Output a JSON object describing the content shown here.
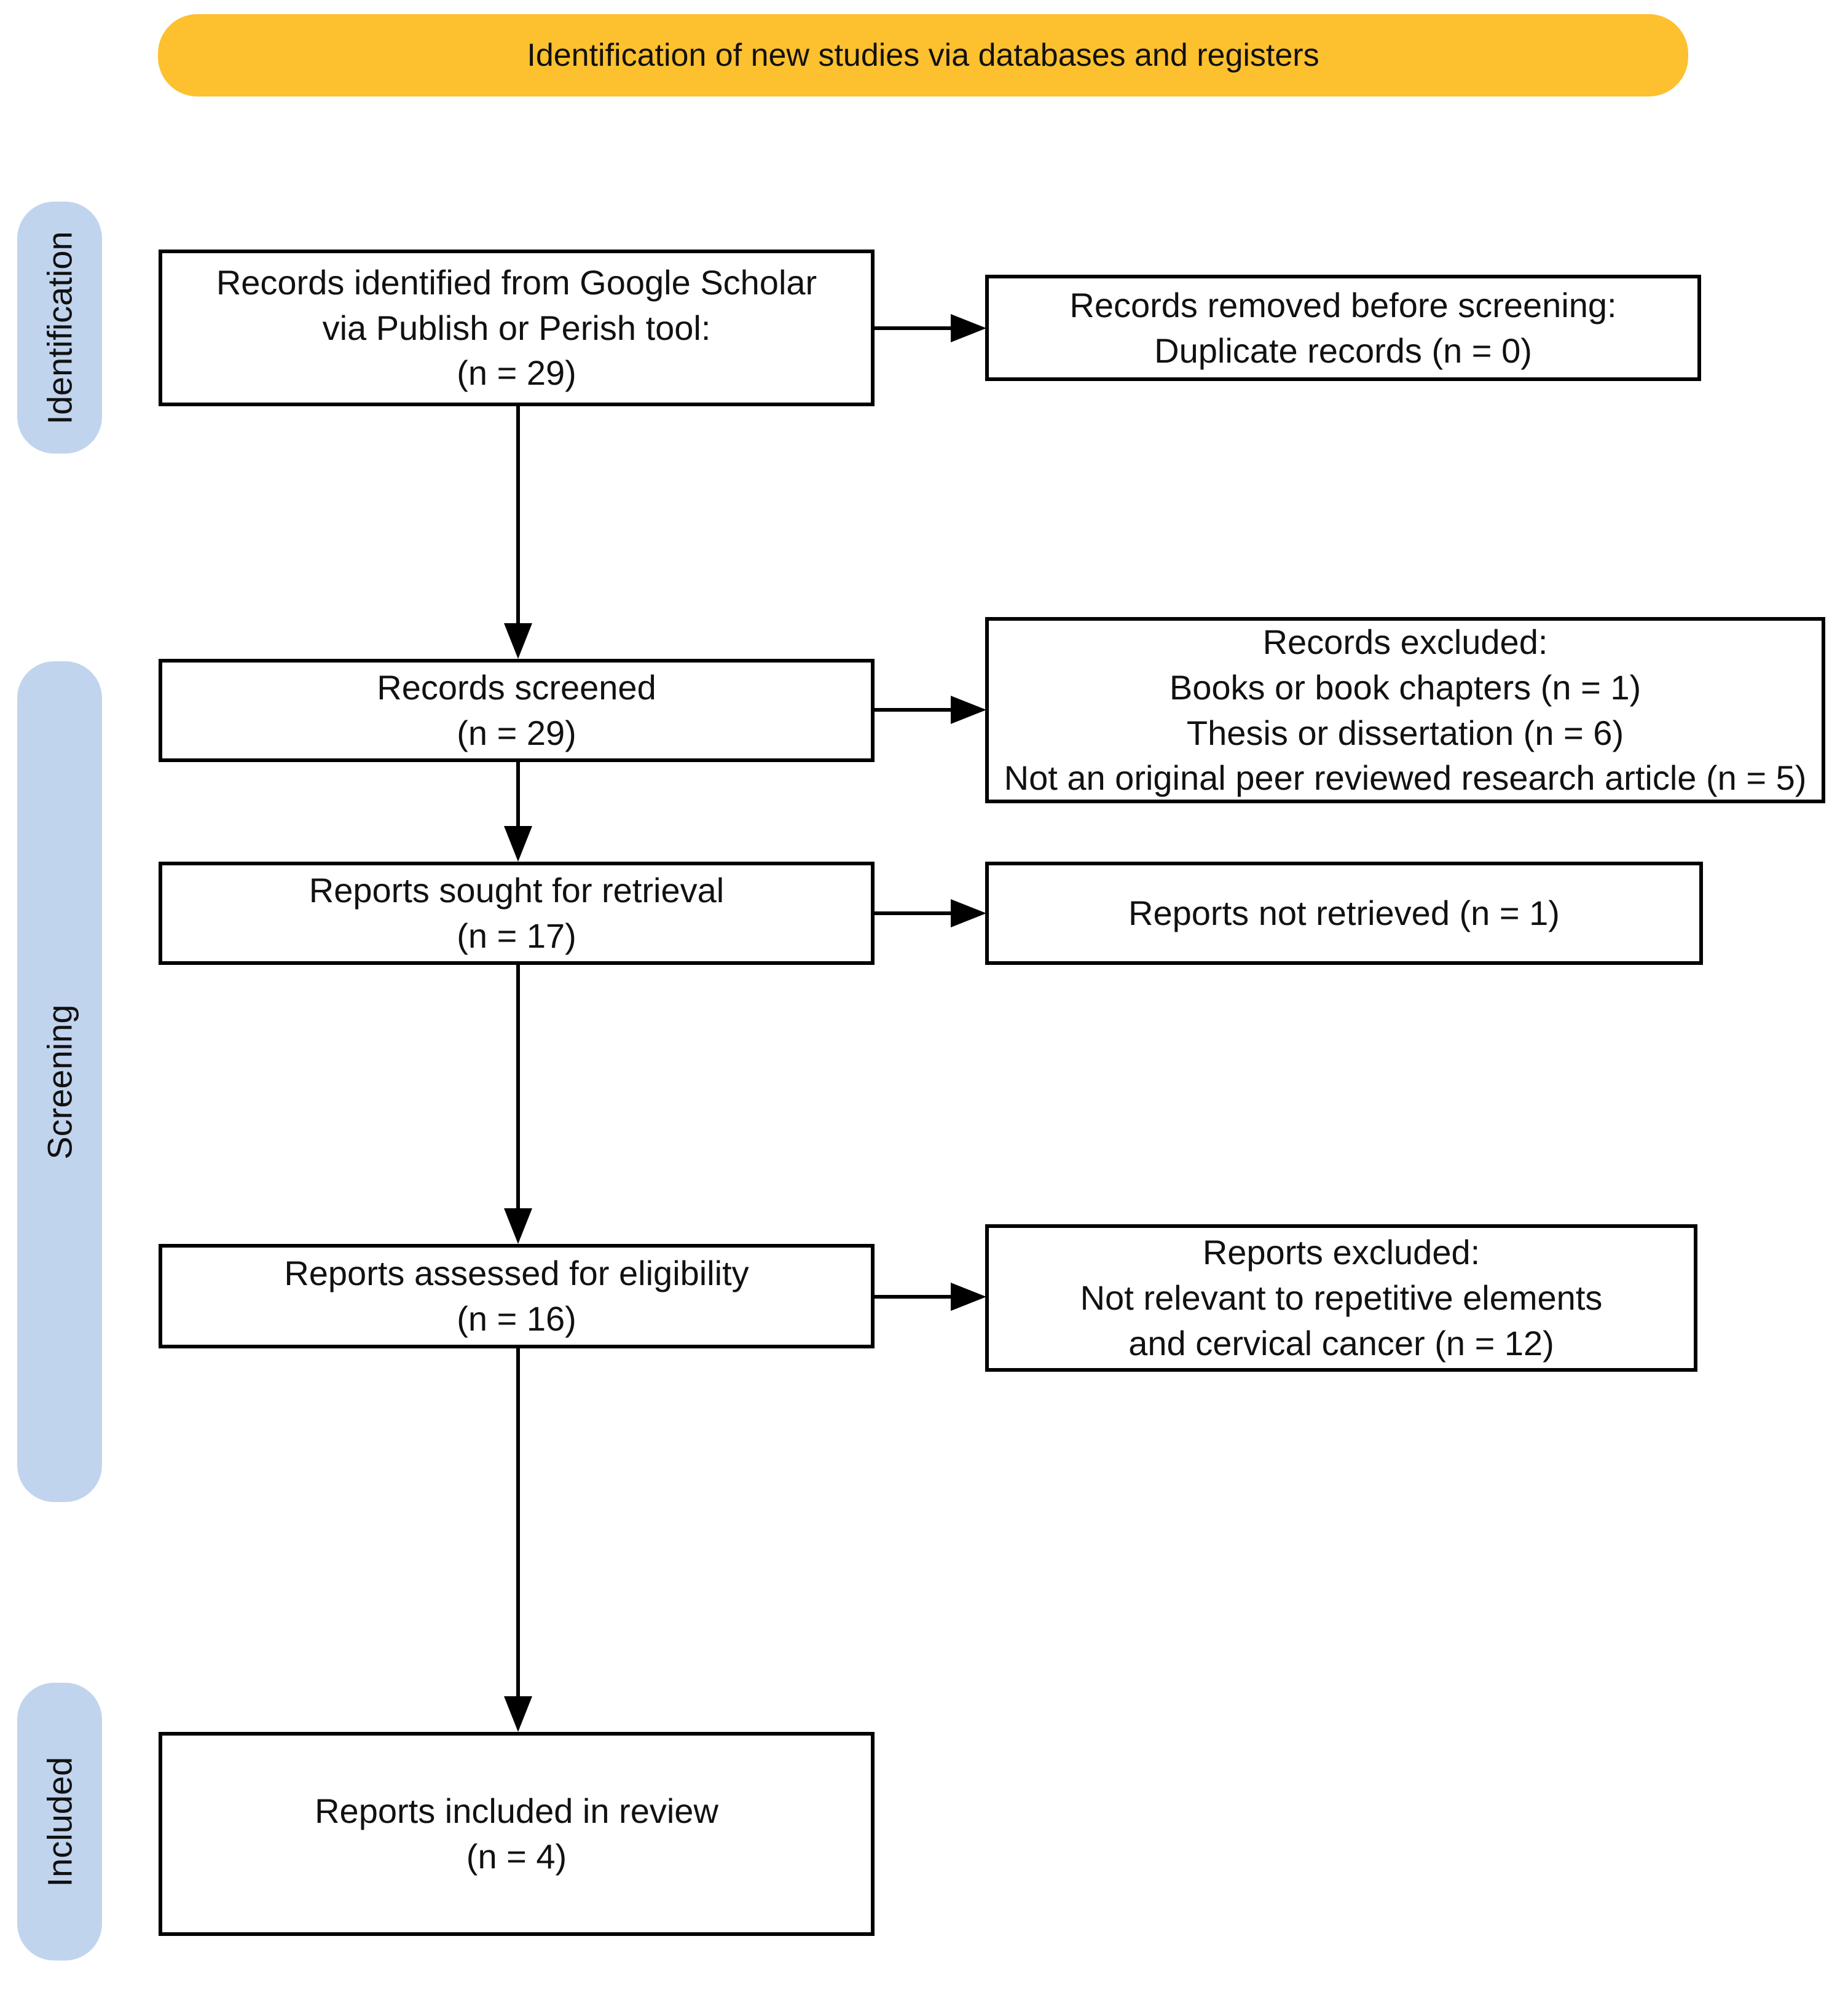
{
  "header": {
    "banner_label": "Identification of new studies via databases and registers"
  },
  "sidebar": {
    "stages": [
      {
        "label": "Identification"
      },
      {
        "label": "Screening"
      },
      {
        "label": "Included"
      }
    ]
  },
  "flow": {
    "identified": {
      "lines": [
        "Records identified from Google Scholar",
        "via Publish or Perish tool:",
        "(n = 29)"
      ]
    },
    "removed_before_screening": {
      "lines": [
        "Records removed before screening:",
        "Duplicate records (n = 0)"
      ]
    },
    "screened": {
      "lines": [
        "Records screened",
        "(n = 29)"
      ]
    },
    "records_excluded": {
      "lines": [
        "Records excluded:",
        "Books or book chapters (n = 1)",
        "Thesis or dissertation (n = 6)",
        "Not an original peer reviewed research article (n = 5)"
      ]
    },
    "sought_for_retrieval": {
      "lines": [
        "Reports sought for retrieval",
        "(n = 17)"
      ]
    },
    "not_retrieved": {
      "lines": [
        "Reports not retrieved (n = 1)"
      ]
    },
    "assessed_for_eligibility": {
      "lines": [
        "Reports assessed for eligibility",
        "(n = 16)"
      ]
    },
    "reports_excluded": {
      "lines": [
        "Reports excluded:",
        "Not relevant to repetitive elements",
        "and cervical cancer (n = 12)"
      ]
    },
    "included_in_review": {
      "lines": [
        "Reports included in review",
        "(n = 4)"
      ]
    }
  },
  "colors": {
    "banner_bg": "#FDC02F",
    "stage_bg": "#C1D4EE",
    "ink": "#000000",
    "box_bg": "#FFFFFF"
  }
}
